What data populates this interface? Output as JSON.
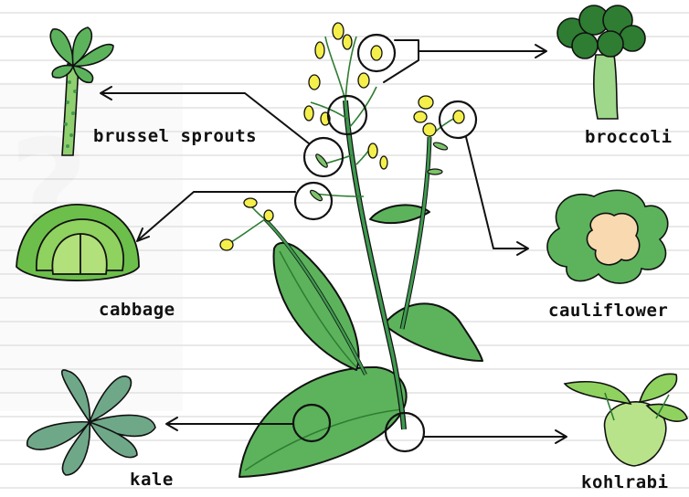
{
  "labels": {
    "brussel_sprouts": "brussel sprouts",
    "broccoli": "broccoli",
    "cabbage": "cabbage",
    "cauliflower": "cauliflower",
    "kale": "kale",
    "kohlrabi": "kohlrabi"
  },
  "colors": {
    "paper_line": "#dcdcdc",
    "stem": "#3f9a4f",
    "leaf": "#5cb35c",
    "leaf_dark": "#2e7d32",
    "flower": "#f5ef4c",
    "cauli_curd": "#f8d9b0",
    "kale": "#6fa889",
    "kohlrabi": "#b8e38a",
    "outline": "#111111"
  }
}
